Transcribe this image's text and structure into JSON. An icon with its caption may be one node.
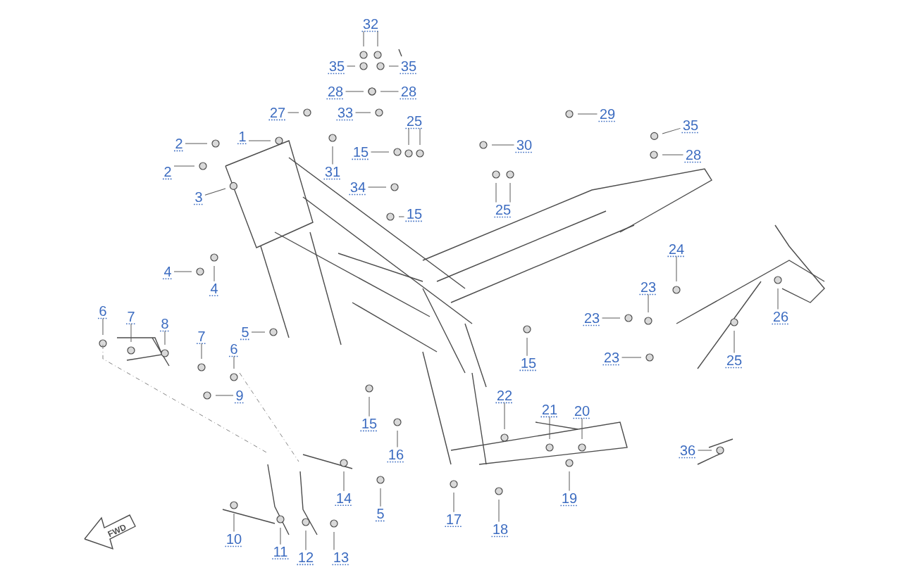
{
  "diagram": {
    "nodes": [
      {
        "text": [
          "32"
        ]
      },
      {
        "text": [
          "35"
        ]
      },
      {
        "text": [
          "35"
        ]
      },
      {
        "text": [
          "28"
        ]
      },
      {
        "text": [
          "28"
        ]
      },
      {
        "text": [
          "27"
        ]
      },
      {
        "text": [
          "33"
        ]
      },
      {
        "text": [
          "29"
        ]
      },
      {
        "text": [
          "25"
        ]
      },
      {
        "text": [
          "35"
        ]
      },
      {
        "text": [
          "1"
        ]
      },
      {
        "text": [
          "2"
        ]
      },
      {
        "text": [
          "15"
        ]
      },
      {
        "text": [
          "30"
        ]
      },
      {
        "text": [
          "28"
        ]
      },
      {
        "text": [
          "2"
        ]
      },
      {
        "text": [
          "31"
        ]
      },
      {
        "text": [
          "3"
        ]
      },
      {
        "text": [
          "34"
        ]
      },
      {
        "text": [
          "25"
        ]
      },
      {
        "text": [
          "15"
        ]
      },
      {
        "text": [
          "24"
        ]
      },
      {
        "text": [
          "4"
        ]
      },
      {
        "text": [
          "4"
        ]
      },
      {
        "text": [
          "23"
        ]
      },
      {
        "text": [
          "6"
        ]
      },
      {
        "text": [
          "7"
        ]
      },
      {
        "text": [
          "26"
        ]
      },
      {
        "text": [
          "23"
        ]
      },
      {
        "text": [
          "8"
        ]
      },
      {
        "text": [
          "5"
        ]
      },
      {
        "text": [
          "7"
        ]
      },
      {
        "text": [
          "6"
        ]
      },
      {
        "text": [
          "23"
        ]
      },
      {
        "text": [
          "25"
        ]
      },
      {
        "text": [
          "15"
        ]
      },
      {
        "text": [
          "9"
        ]
      },
      {
        "text": [
          "22"
        ]
      },
      {
        "text": [
          "21"
        ]
      },
      {
        "text": [
          "20"
        ]
      },
      {
        "text": [
          "15"
        ]
      },
      {
        "text": [
          "36"
        ]
      },
      {
        "text": [
          "16"
        ]
      },
      {
        "text": [
          "14"
        ]
      },
      {
        "text": [
          "19"
        ]
      },
      {
        "text": [
          "5"
        ]
      },
      {
        "text": [
          "17"
        ]
      },
      {
        "text": [
          "18"
        ]
      },
      {
        "text": [
          "10"
        ]
      },
      {
        "text": [
          "11"
        ]
      },
      {
        "text": [
          "12"
        ]
      },
      {
        "text": [
          "13"
        ]
      }
    ],
    "edges": [
      {
        "from": 0,
        "to": null,
        "arrow": "none"
      },
      {
        "from": 0,
        "to": null,
        "arrow": "none"
      },
      {
        "from": 1,
        "to": null,
        "arrow": "none"
      },
      {
        "from": 2,
        "to": null,
        "arrow": "none"
      },
      {
        "from": 3,
        "to": null,
        "arrow": "none"
      },
      {
        "from": 4,
        "to": null,
        "arrow": "none"
      },
      {
        "from": 5,
        "to": null,
        "arrow": "none"
      },
      {
        "from": 6,
        "to": null,
        "arrow": "none"
      },
      {
        "from": 7,
        "to": null,
        "arrow": "none"
      },
      {
        "from": 8,
        "to": null,
        "arrow": "none"
      },
      {
        "from": 8,
        "to": null,
        "arrow": "none"
      },
      {
        "from": 9,
        "to": null,
        "arrow": "none"
      },
      {
        "from": 10,
        "to": null,
        "arrow": "none"
      },
      {
        "from": 11,
        "to": null,
        "arrow": "none"
      },
      {
        "from": 12,
        "to": null,
        "arrow": "none"
      },
      {
        "from": 13,
        "to": null,
        "arrow": "none"
      },
      {
        "from": 14,
        "to": null,
        "arrow": "none"
      },
      {
        "from": 15,
        "to": null,
        "arrow": "none"
      },
      {
        "from": 16,
        "to": null,
        "arrow": "none"
      },
      {
        "from": 17,
        "to": null,
        "arrow": "none"
      },
      {
        "from": 18,
        "to": null,
        "arrow": "none"
      },
      {
        "from": 19,
        "to": null,
        "arrow": "none"
      },
      {
        "from": 19,
        "to": null,
        "arrow": "none"
      },
      {
        "from": 20,
        "to": null,
        "arrow": "none"
      },
      {
        "from": 21,
        "to": null,
        "arrow": "none"
      },
      {
        "from": 22,
        "to": null,
        "arrow": "none"
      },
      {
        "from": 23,
        "to": null,
        "arrow": "none"
      },
      {
        "from": 24,
        "to": null,
        "arrow": "none"
      },
      {
        "from": 25,
        "to": null,
        "arrow": "none"
      },
      {
        "from": 26,
        "to": null,
        "arrow": "none"
      },
      {
        "from": 27,
        "to": null,
        "arrow": "none"
      },
      {
        "from": 28,
        "to": null,
        "arrow": "none"
      },
      {
        "from": 29,
        "to": null,
        "arrow": "none"
      },
      {
        "from": 30,
        "to": null,
        "arrow": "none"
      },
      {
        "from": 31,
        "to": null,
        "arrow": "none"
      },
      {
        "from": 32,
        "to": null,
        "arrow": "none"
      },
      {
        "from": 33,
        "to": null,
        "arrow": "none"
      },
      {
        "from": 34,
        "to": null,
        "arrow": "none"
      },
      {
        "from": 35,
        "to": null,
        "arrow": "none"
      },
      {
        "from": 36,
        "to": null,
        "arrow": "none"
      },
      {
        "from": 37,
        "to": null,
        "arrow": "none"
      },
      {
        "from": 38,
        "to": null,
        "arrow": "none"
      },
      {
        "from": 39,
        "to": null,
        "arrow": "none"
      },
      {
        "from": 40,
        "to": null,
        "arrow": "none"
      },
      {
        "from": 41,
        "to": null,
        "arrow": "none"
      },
      {
        "from": 42,
        "to": null,
        "arrow": "none"
      },
      {
        "from": 43,
        "to": null,
        "arrow": "none"
      },
      {
        "from": 44,
        "to": null,
        "arrow": "none"
      },
      {
        "from": 45,
        "to": null,
        "arrow": "none"
      },
      {
        "from": 46,
        "to": null,
        "arrow": "none"
      },
      {
        "from": 47,
        "to": null,
        "arrow": "none"
      },
      {
        "from": 48,
        "to": null,
        "arrow": "none"
      },
      {
        "from": 49,
        "to": null,
        "arrow": "none"
      },
      {
        "from": 50,
        "to": null,
        "arrow": "none"
      },
      {
        "from": 51,
        "to": null,
        "arrow": "none"
      }
    ],
    "labels": [
      "FWD"
    ]
  }
}
